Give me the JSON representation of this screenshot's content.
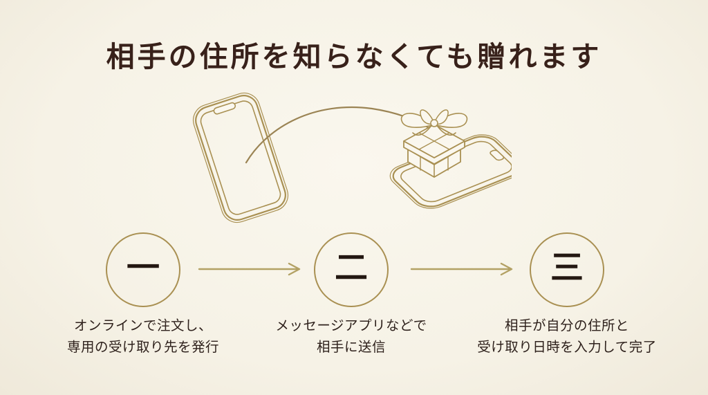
{
  "title": "相手の住所を知らなくても贈れます",
  "colors": {
    "background": "#f6f2e6",
    "title_text": "#38211a",
    "body_text": "#2e211c",
    "gold_line": "#a99052",
    "gold_arrow": "#b3a164"
  },
  "illustration": {
    "description": "sender smartphone sending a gift box onto recipient smartphone via an arc",
    "icons": [
      "smartphone-outline",
      "sending-arc",
      "gift-box-with-bow",
      "smartphone-flat-outline"
    ]
  },
  "steps": [
    {
      "number": "一",
      "lines": [
        "オンラインで注文し、",
        "専用の受け取り先を発行"
      ]
    },
    {
      "number": "二",
      "lines": [
        "メッセージアプリなどで",
        "相手に送信"
      ]
    },
    {
      "number": "三",
      "lines": [
        "相手が自分の住所と",
        "受け取り日時を入力して完了"
      ]
    }
  ],
  "arrow_icon": "right-arrow"
}
